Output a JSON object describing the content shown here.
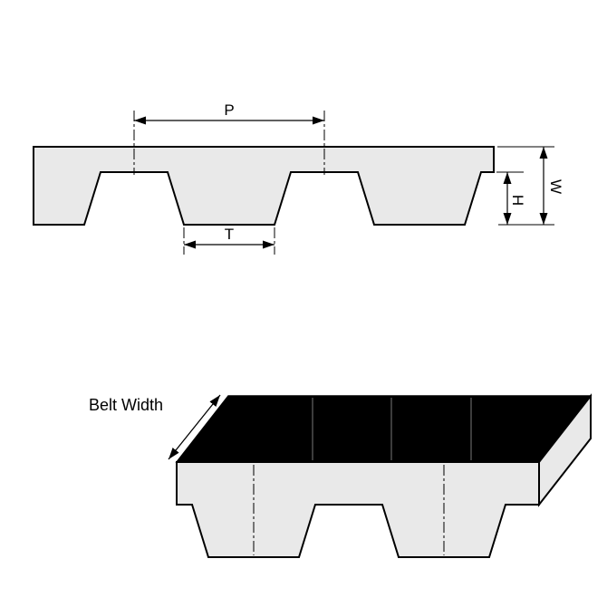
{
  "diagram": {
    "profile_view": {
      "pitch_label": "P",
      "tooth_width_label": "T",
      "tooth_height_label": "H",
      "thickness_label": "W"
    },
    "iso_view": {
      "belt_width_label": "Belt Width"
    },
    "colors": {
      "belt_fill": "#e9e9e9",
      "line": "#000000",
      "top_face": "#000000",
      "background": "#ffffff"
    }
  }
}
